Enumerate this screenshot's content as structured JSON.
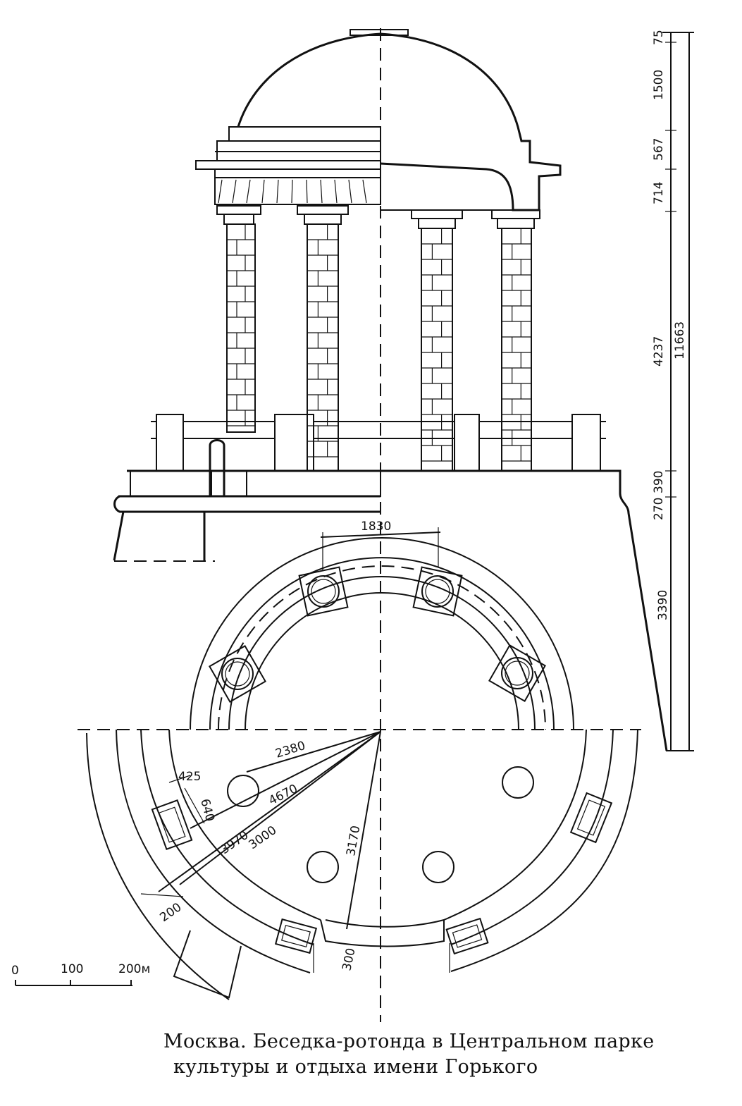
{
  "caption": {
    "line1": "Москва. Беседка-ротонда в Центральном парке",
    "line2": "культуры и отдыха имени Горького"
  },
  "dimensions": {
    "height_total": "11663",
    "height_top": "75",
    "height_dome": "1500",
    "height_cornice": "567",
    "height_entablature": "714",
    "height_columns": "4237",
    "height_balustrade": "390",
    "height_plinth": "270",
    "height_base": "3390",
    "span_columns": "1830",
    "radius_inner": "2380",
    "radius_outer": "4670",
    "radius_terrace": "3970",
    "radius_platform": "3000",
    "radius_step": "3170",
    "pedestal_w": "425",
    "pedestal_h": "640",
    "step_200": "200",
    "step_300": "300"
  },
  "scale_bar": {
    "tick0": "0",
    "tick1": "100",
    "tick2": "200м"
  }
}
